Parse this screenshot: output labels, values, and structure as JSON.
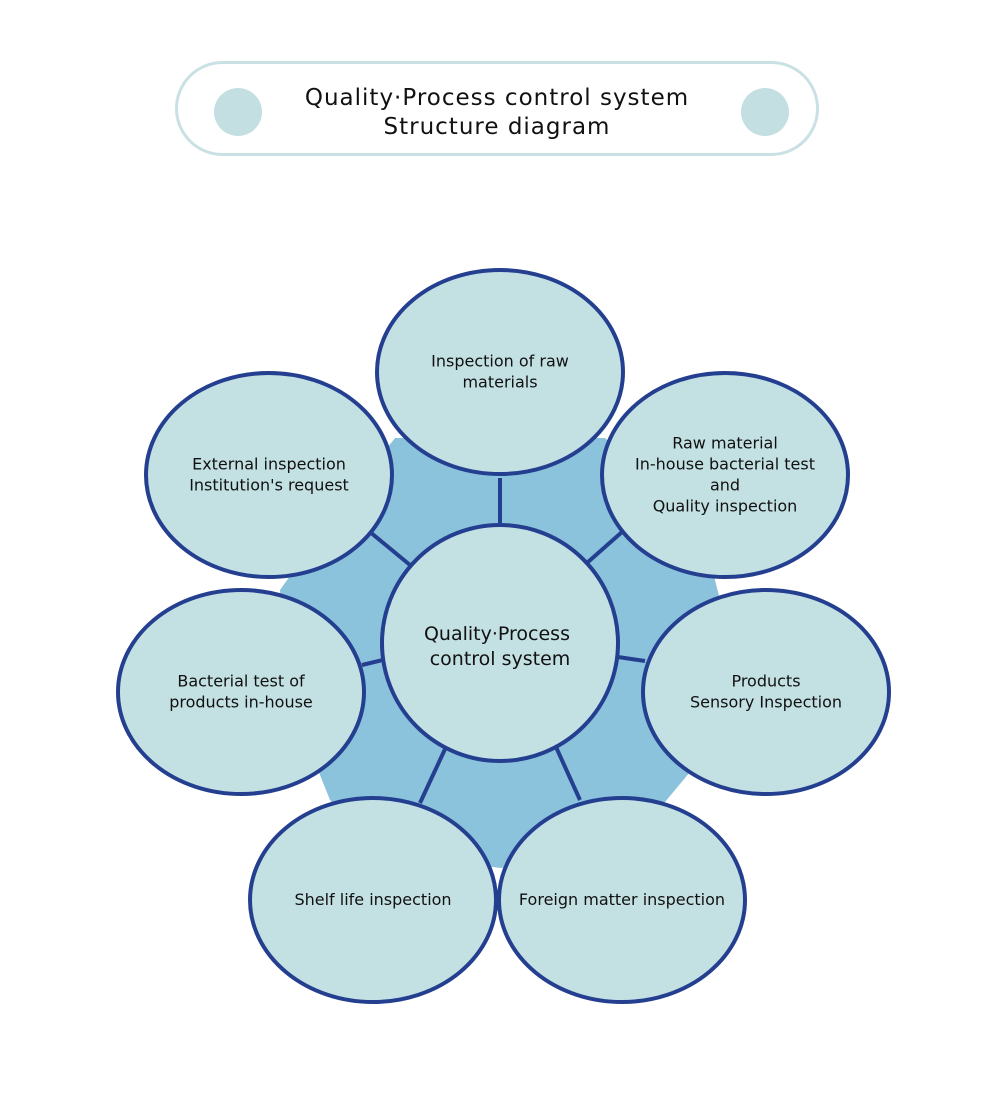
{
  "title": {
    "line1": "Quality·Process control system",
    "line2": "Structure diagram"
  },
  "center": {
    "lines": [
      "Quality·Process",
      "control system"
    ]
  },
  "nodes": [
    {
      "id": "raw-materials",
      "lines": [
        "Inspection of raw",
        "materials"
      ]
    },
    {
      "id": "raw-material-bacterial",
      "lines": [
        "Raw material",
        "In-house bacterial test",
        "and",
        "Quality inspection"
      ]
    },
    {
      "id": "products-sensory",
      "lines": [
        "Products",
        "Sensory Inspection"
      ]
    },
    {
      "id": "foreign-matter",
      "lines": [
        "Foreign matter inspection"
      ]
    },
    {
      "id": "shelf-life",
      "lines": [
        "Shelf life inspection"
      ]
    },
    {
      "id": "bacterial-products",
      "lines": [
        "Bacterial test of",
        "products in-house"
      ]
    },
    {
      "id": "external-inspection",
      "lines": [
        "External inspection",
        "Institution's request"
      ]
    }
  ],
  "colors": {
    "node_fill": "#c3e0e3",
    "node_stroke": "#243f8f",
    "backdrop": "#8ac3db",
    "title_border": "#c9e1e4",
    "title_dot": "#c3dfe2"
  }
}
